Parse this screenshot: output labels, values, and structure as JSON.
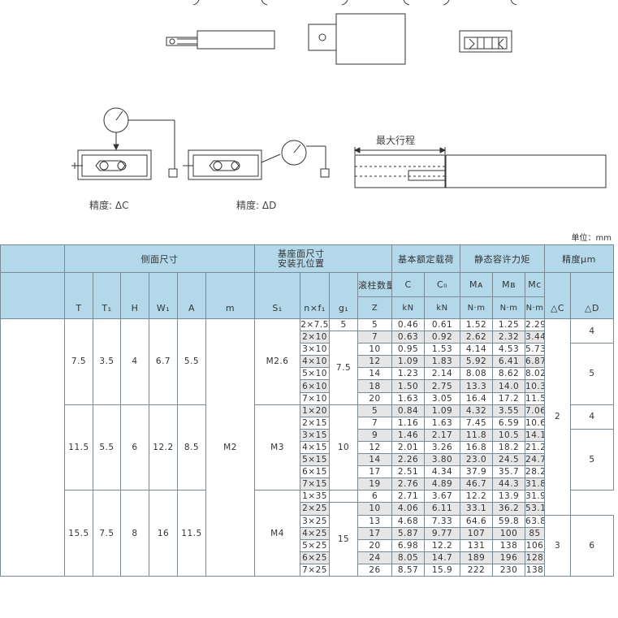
{
  "captions": {
    "precision_c": "精度: ΔC",
    "precision_d": "精度: ΔD",
    "max_stroke": "最大行程"
  },
  "unit_label": "单位：mm",
  "table": {
    "group_headers": {
      "side": "侧面尺寸",
      "base": "基座面尺寸\n安装孔位置",
      "load": "基本额定载荷",
      "moment": "静态容许力矩",
      "precision": "精度μm"
    },
    "sub_headers": {
      "rollers": "滚柱数量",
      "C": "C",
      "C0": "C₀",
      "MA": "Mᴀ",
      "MB": "Mʙ",
      "MC": "Mᴄ"
    },
    "column_headers": [
      "T",
      "T₁",
      "H",
      "W₁",
      "A",
      "m",
      "S₁",
      "n×f₁",
      "g₁",
      "Z",
      "kN",
      "kN",
      "N·m",
      "N·m",
      "N·m",
      "△C",
      "△D"
    ],
    "groups": [
      {
        "T": "7.5",
        "T1": "3.5",
        "H": "4",
        "W1": "6.7",
        "A": "5.5",
        "S1": "M2.6"
      },
      {
        "T": "11.5",
        "T1": "5.5",
        "H": "6",
        "W1": "12.2",
        "A": "8.5",
        "S1": "M3"
      },
      {
        "T": "15.5",
        "T1": "7.5",
        "H": "8",
        "W1": "16",
        "A": "11.5",
        "S1": "M4"
      }
    ],
    "m_value": "M2",
    "g1_values": [
      "5",
      "7.5",
      "10",
      "15"
    ],
    "dC_values": [
      "2",
      "3"
    ],
    "dD_values": [
      "4",
      "5",
      "4",
      "5",
      "6"
    ],
    "rows": [
      {
        "nf": "2×7.5",
        "Z": "5",
        "C": "0.46",
        "C0": "0.61",
        "MA": "1.52",
        "MB": "1.25",
        "MC": "2.29"
      },
      {
        "nf": "2×10",
        "Z": "7",
        "C": "0.63",
        "C0": "0.92",
        "MA": "2.62",
        "MB": "2.32",
        "MC": "3.44"
      },
      {
        "nf": "3×10",
        "Z": "10",
        "C": "0.95",
        "C0": "1.53",
        "MA": "4.14",
        "MB": "4.53",
        "MC": "5.73"
      },
      {
        "nf": "4×10",
        "Z": "12",
        "C": "1.09",
        "C0": "1.83",
        "MA": "5.92",
        "MB": "6.41",
        "MC": "6.87"
      },
      {
        "nf": "5×10",
        "Z": "14",
        "C": "1.23",
        "C0": "2.14",
        "MA": "8.08",
        "MB": "8.62",
        "MC": "8.02"
      },
      {
        "nf": "6×10",
        "Z": "18",
        "C": "1.50",
        "C0": "2.75",
        "MA": "13.3",
        "MB": "14.0",
        "MC": "10.3"
      },
      {
        "nf": "7×10",
        "Z": "20",
        "C": "1.63",
        "C0": "3.05",
        "MA": "16.4",
        "MB": "17.2",
        "MC": "11.5"
      },
      {
        "nf": "1×20",
        "Z": "5",
        "C": "0.84",
        "C0": "1.09",
        "MA": "4.32",
        "MB": "3.55",
        "MC": "7.06"
      },
      {
        "nf": "2×15",
        "Z": "7",
        "C": "1.16",
        "C0": "1.63",
        "MA": "7.45",
        "MB": "6.59",
        "MC": "10.6"
      },
      {
        "nf": "3×15",
        "Z": "9",
        "C": "1.46",
        "C0": "2.17",
        "MA": "11.8",
        "MB": "10.5",
        "MC": "14.1"
      },
      {
        "nf": "4×15",
        "Z": "12",
        "C": "2.01",
        "C0": "3.26",
        "MA": "16.8",
        "MB": "18.2",
        "MC": "21.2"
      },
      {
        "nf": "5×15",
        "Z": "14",
        "C": "2.26",
        "C0": "3.80",
        "MA": "23.0",
        "MB": "24.5",
        "MC": "24.7"
      },
      {
        "nf": "6×15",
        "Z": "17",
        "C": "2.51",
        "C0": "4.34",
        "MA": "37.9",
        "MB": "35.7",
        "MC": "28.2"
      },
      {
        "nf": "7×15",
        "Z": "19",
        "C": "2.76",
        "C0": "4.89",
        "MA": "46.7",
        "MB": "44.3",
        "MC": "31.8"
      },
      {
        "nf": "1×35",
        "Z": "6",
        "C": "2.71",
        "C0": "3.67",
        "MA": "12.2",
        "MB": "13.9",
        "MC": "31.9"
      },
      {
        "nf": "2×25",
        "Z": "10",
        "C": "4.06",
        "C0": "6.11",
        "MA": "33.1",
        "MB": "36.2",
        "MC": "53.1"
      },
      {
        "nf": "3×25",
        "Z": "13",
        "C": "4.68",
        "C0": "7.33",
        "MA": "64.6",
        "MB": "59.8",
        "MC": "63.8"
      },
      {
        "nf": "4×25",
        "Z": "17",
        "C": "5.87",
        "C0": "9.77",
        "MA": "107",
        "MB": "100",
        "MC": "85"
      },
      {
        "nf": "5×25",
        "Z": "20",
        "C": "6.98",
        "C0": "12.2",
        "MA": "131",
        "MB": "138",
        "MC": "106"
      },
      {
        "nf": "6×25",
        "Z": "24",
        "C": "8.05",
        "C0": "14.7",
        "MA": "189",
        "MB": "196",
        "MC": "128"
      },
      {
        "nf": "7×25",
        "Z": "26",
        "C": "8.57",
        "C0": "15.9",
        "MA": "222",
        "MB": "230",
        "MC": "138"
      }
    ]
  }
}
